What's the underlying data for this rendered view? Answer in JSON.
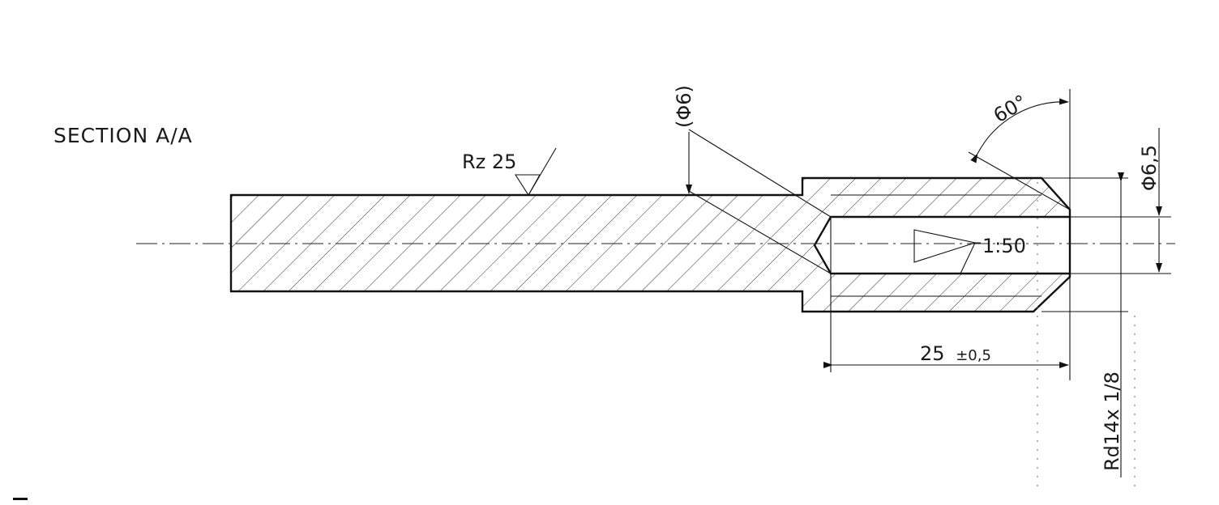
{
  "section_title": "SECTION A/A",
  "surface_finish": "Rz 25",
  "dim_reference_diameter": "(Φ6)",
  "dim_angle": "60°",
  "dim_bore_diameter": "Φ6,5",
  "taper_ratio": "1:50",
  "dim_length": "25",
  "dim_length_tolerance": "±0,5",
  "thread_spec": "Rd14x 1/8"
}
